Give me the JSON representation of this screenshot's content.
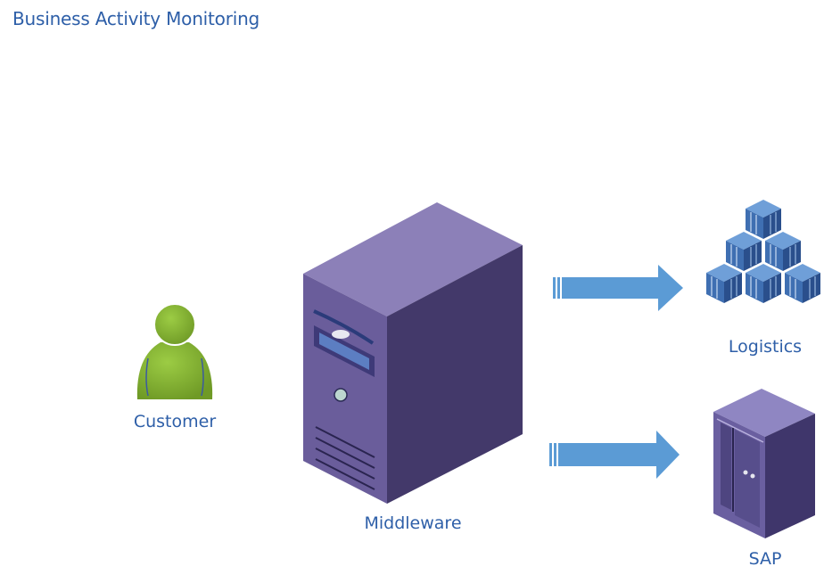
{
  "title": "Business Activity Monitoring",
  "nodes": {
    "customer": {
      "label": "Customer",
      "icon": "person-icon"
    },
    "middleware": {
      "label": "Middleware",
      "icon": "server-tower-icon"
    },
    "logistics": {
      "label": "Logistics",
      "icon": "stacked-boxes-icon"
    },
    "sap": {
      "label": "SAP",
      "icon": "server-cabinet-icon"
    }
  },
  "colors": {
    "text": "#2e5fa8",
    "arrow": "#5b9bd5",
    "person": "#8bb53a",
    "server": "#6d5f9c",
    "boxes": "#3f74b8"
  }
}
